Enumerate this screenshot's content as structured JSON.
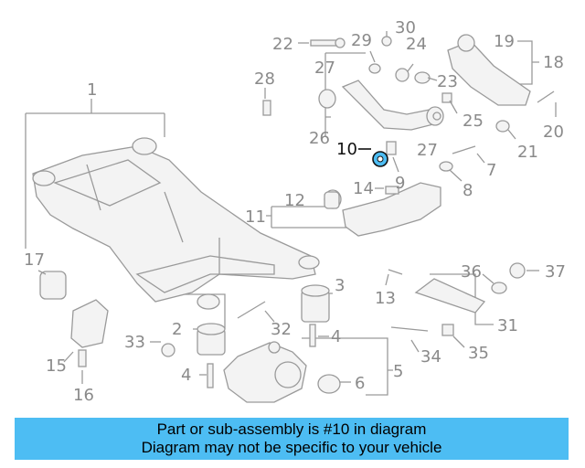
{
  "callouts": {
    "c1": "1",
    "c2": "2",
    "c3": "3",
    "c4a": "4",
    "c4b": "4",
    "c5": "5",
    "c6": "6",
    "c7": "7",
    "c8": "8",
    "c9": "9",
    "c10": "10",
    "c11": "11",
    "c12": "12",
    "c13": "13",
    "c14": "14",
    "c15": "15",
    "c16": "16",
    "c17": "17",
    "c18": "18",
    "c19": "19",
    "c20": "20",
    "c21": "21",
    "c22": "22",
    "c23": "23",
    "c24": "24",
    "c25": "25",
    "c26": "26",
    "c27a": "27",
    "c27b": "27",
    "c28": "28",
    "c29": "29",
    "c30": "30",
    "c31": "31",
    "c32": "32",
    "c33": "33",
    "c34": "34",
    "c35": "35",
    "c36": "36",
    "c37": "37"
  },
  "highlight_color": "#4dbdf3",
  "banner": {
    "line1": "Part or sub-assembly is #10 in diagram",
    "line2": "Diagram may not be specific to your vehicle"
  }
}
